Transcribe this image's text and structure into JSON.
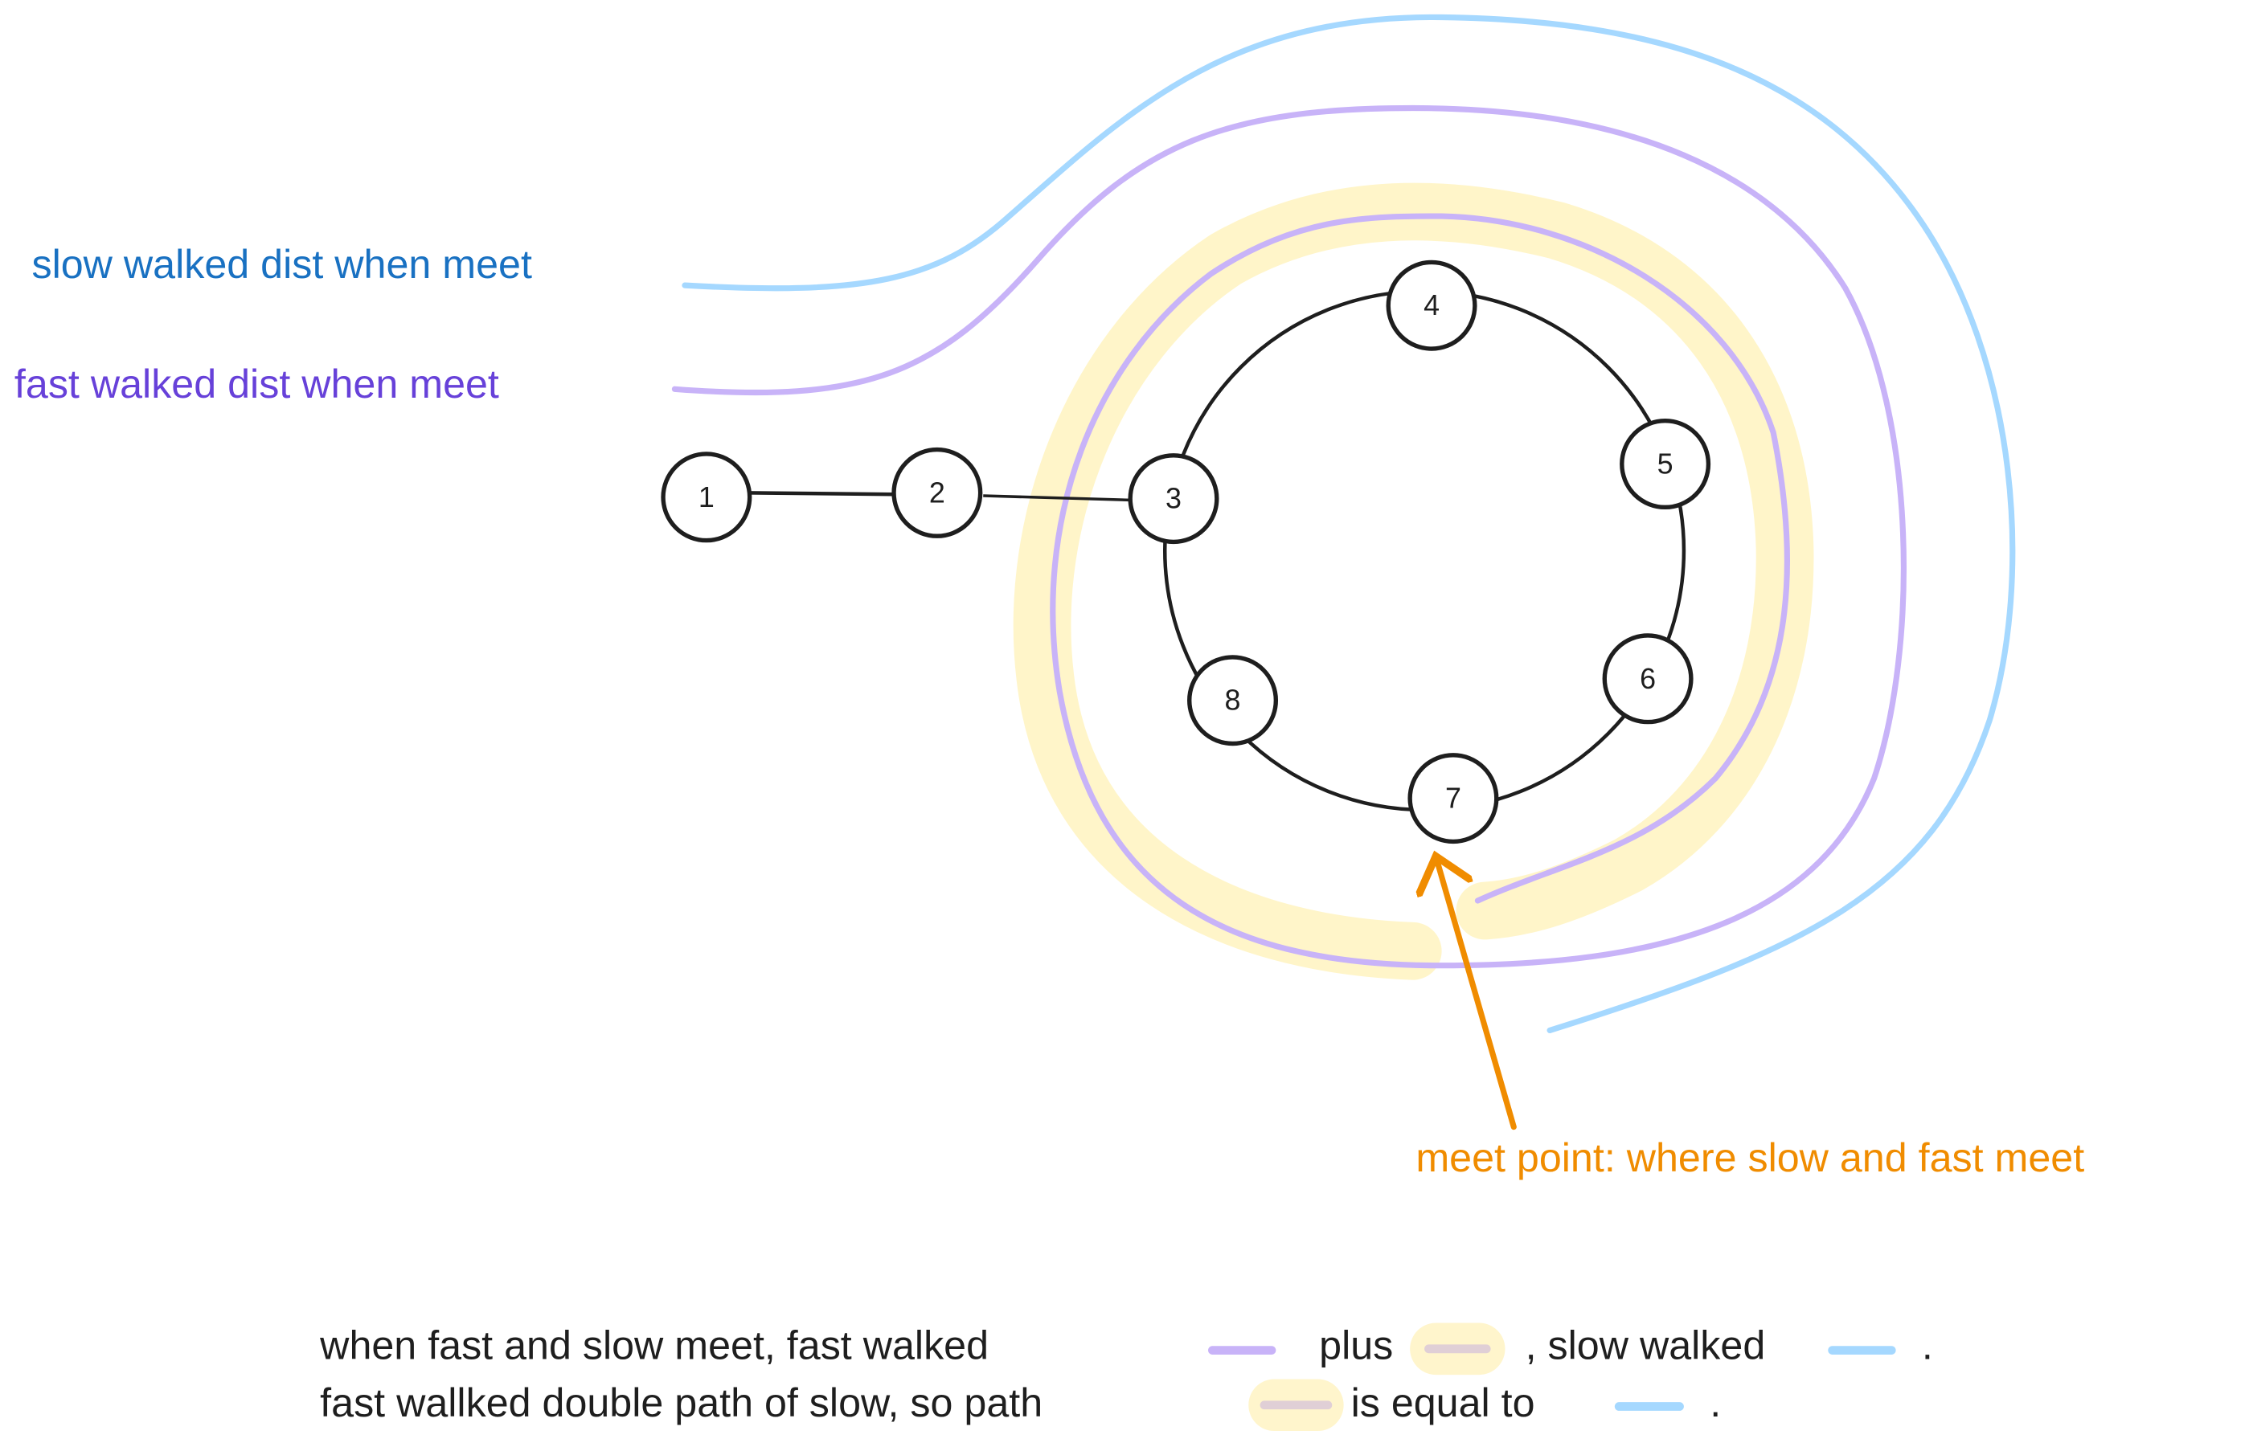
{
  "labels": {
    "slow_dist": "slow walked dist when meet",
    "fast_dist": "fast walked dist when meet",
    "meet_point": "meet point: where slow and fast meet"
  },
  "nodes": [
    "1",
    "2",
    "3",
    "4",
    "5",
    "6",
    "7",
    "8"
  ],
  "explanation": {
    "line1": {
      "part1": "when fast and slow meet, fast walked",
      "part2": "plus",
      "part3": ", slow walked",
      "part4": "."
    },
    "line2": {
      "part1": "fast wallked double path of slow, so path",
      "part2": "is equal to",
      "part3": "."
    }
  },
  "colors": {
    "slow_path": "#a5d8ff",
    "fast_path": "#c8b3f8",
    "highlight": "#fff3bf",
    "slow_label": "#1971c2",
    "fast_label": "#6741d9",
    "meet": "#f08c00",
    "ink": "#1e1e1e"
  }
}
